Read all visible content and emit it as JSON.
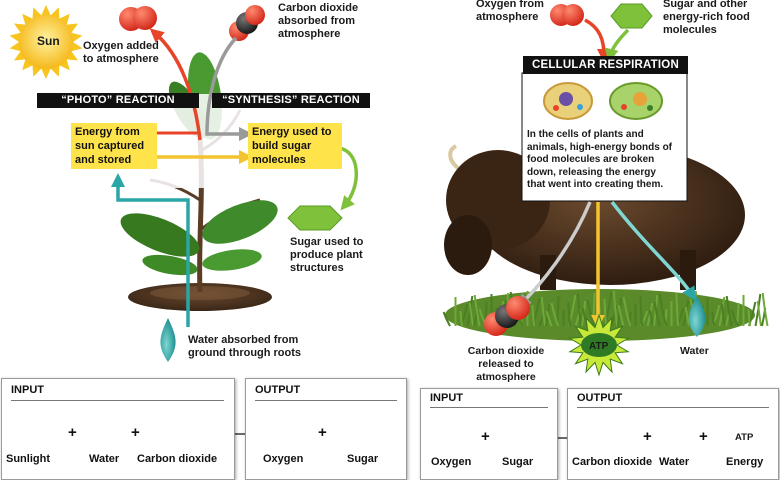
{
  "colors": {
    "oxygen": "#e63b2e",
    "carbon": "#333333",
    "sugar": "#7fc13b",
    "water": "#2aa6a6",
    "sun": "#f7c51e",
    "atp": "#c8e83a",
    "highlight": "#ffe34a",
    "arrow_red": "#e8442a",
    "arrow_gray": "#9a9a9a",
    "arrow_yellow": "#f4c430",
    "arrow_green": "#7fc13b",
    "arrow_teal": "#2aa6a6"
  },
  "photosynthesis": {
    "sun_label": "Sun",
    "oxygen_added": "Oxygen added\nto atmosphere",
    "co2_absorbed": "Carbon dioxide\nabsorbed from\natmosphere",
    "photo_header": "“PHOTO” REACTION",
    "synthesis_header": "“SYNTHESIS” REACTION",
    "energy_captured": "Energy from\nsun captured\nand stored",
    "energy_used": "Energy used to\nbuild sugar\nmolecules",
    "sugar_used": "Sugar used to\nproduce plant\nstructures",
    "water_absorbed": "Water absorbed from\nground through roots",
    "input": {
      "title": "INPUT",
      "items": [
        "Sunlight",
        "Water",
        "Carbon dioxide"
      ],
      "icons": [
        "sun-icon",
        "water-drop-icon",
        "carbon-dioxide-molecule-icon"
      ]
    },
    "output": {
      "title": "OUTPUT",
      "items": [
        "Oxygen",
        "Sugar"
      ],
      "icons": [
        "oxygen-molecule-icon",
        "sugar-hexagon-icon"
      ]
    }
  },
  "respiration": {
    "oxygen_from": "Oxygen from\natmosphere",
    "sugar_food": "Sugar and other\nenergy-rich food\nmolecules",
    "header": "CELLULAR RESPIRATION",
    "description": "In the cells of plants and\nanimals, high-energy bonds of\nfood molecules are broken\ndown, releasing the energy\nthat went into creating them.",
    "co2_released": "Carbon dioxide\nreleased to\natmosphere",
    "atp": "ATP",
    "water": "Water",
    "input": {
      "title": "INPUT",
      "items": [
        "Oxygen",
        "Sugar"
      ],
      "icons": [
        "oxygen-molecule-icon",
        "sugar-hexagon-icon"
      ]
    },
    "output": {
      "title": "OUTPUT",
      "items": [
        "Carbon dioxide",
        "Water",
        "Energy"
      ],
      "icons": [
        "carbon-dioxide-molecule-icon",
        "water-drop-icon",
        "atp-burst-icon"
      ],
      "atp_badge": "ATP"
    }
  },
  "operators": {
    "plus": "+"
  }
}
